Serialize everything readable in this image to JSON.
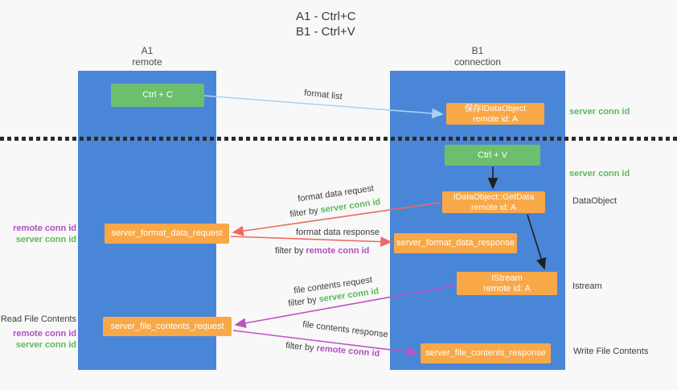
{
  "title": {
    "line1": "A1 - Ctrl+C",
    "line2": "B1 - Ctrl+V"
  },
  "lifelines": {
    "left": {
      "name": "A1",
      "role": "remote"
    },
    "right": {
      "name": "B1",
      "role": "connection"
    }
  },
  "nodes": {
    "ctrl_c": {
      "label": "Ctrl + C"
    },
    "save_idataobject": {
      "line1": "保存IDataObject",
      "line2": "remote id: A"
    },
    "ctrl_v": {
      "label": "Ctrl + V"
    },
    "getdata": {
      "line1": "IDataObject::GetData",
      "line2": "remote id: A"
    },
    "format_request": {
      "label": "server_format_data_request"
    },
    "format_response": {
      "label": "server_format_data_response"
    },
    "istream": {
      "line1": "IStream",
      "line2": "remote id: A"
    },
    "file_request": {
      "label": "server_file_contents_request"
    },
    "file_response": {
      "label": "server_file_contents_response"
    }
  },
  "arrow_labels": {
    "format_list": "format list",
    "format_data_request": "format data request",
    "format_data_response": "format data response",
    "file_contents_request": "file contents request",
    "file_contents_response": "file contents response",
    "filter_by": "filter by",
    "server_conn_id": "server conn id",
    "remote_conn_id": "remote conn id"
  },
  "side_labels": {
    "server_conn_id": "server conn id",
    "remote_conn_id": "remote conn id",
    "dataobject": "DataObject",
    "istream": "Istream",
    "read_file_contents": "Read File Contents",
    "write_file_contents": "Write File Contents"
  },
  "colors": {
    "lifeline_blue": "#4a86d8",
    "node_green": "#6dbf6e",
    "node_orange": "#f9a847",
    "arrow_light_blue": "#a9d4f1",
    "arrow_red": "#ee6a60",
    "arrow_magenta": "#bd53c5",
    "arrow_black": "#1f1f1f",
    "label_green": "#5cb85c",
    "label_purple": "#b04fc4",
    "background": "#f8f8f8"
  }
}
